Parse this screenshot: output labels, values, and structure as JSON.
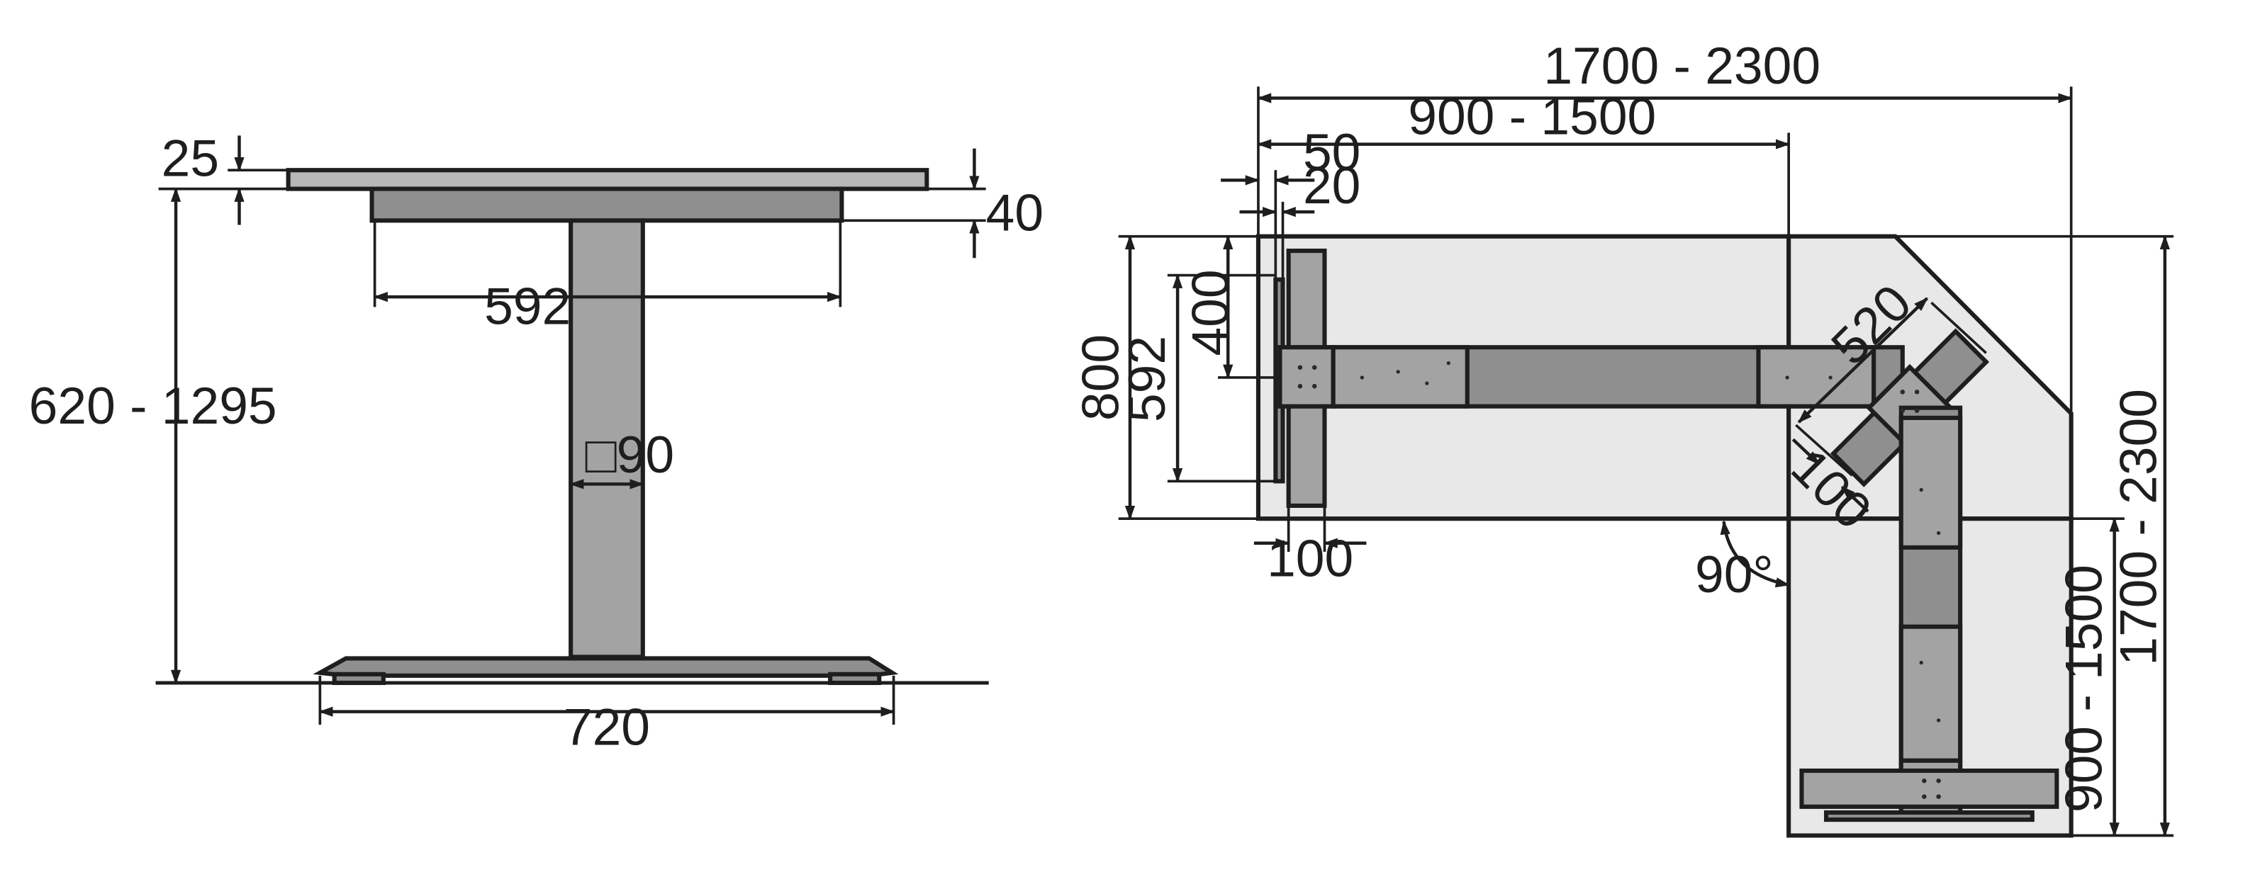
{
  "side_view": {
    "dims": {
      "top_thickness": "25",
      "frame_depth": "40",
      "frame_width": "592",
      "height_range": "620 - 1295",
      "column_profile": "□90",
      "foot_length": "720"
    }
  },
  "plan_view": {
    "dims": {
      "total_length_top": "1700 - 2300",
      "segment_length_top": "900 - 1500",
      "offset_50": "50",
      "offset_20": "20",
      "depth_800": "800",
      "crossbar_592": "592",
      "offset_400": "400",
      "leg_width_100": "100",
      "corner_520": "520",
      "corner_100": "100",
      "angle": "90°",
      "total_length_right": "1700 - 2300",
      "segment_length_right": "900 - 1500"
    }
  },
  "colors": {
    "steel": "#8f8f8f",
    "tabletop": "#b7b7b7",
    "desk_plate": "#e8e8e8",
    "line": "#1e1e1e"
  }
}
